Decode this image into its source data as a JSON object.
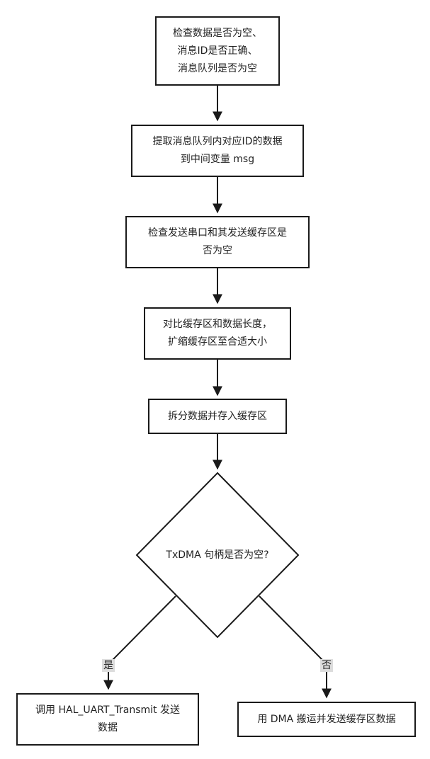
{
  "diagram": {
    "nodes": [
      {
        "id": "check-data",
        "label": "检查数据是否为空、\n消息ID是否正确、\n消息队列是否为空"
      },
      {
        "id": "extract-msg",
        "label": "提取消息队列内对应ID的数据\n到中间变量 msg"
      },
      {
        "id": "check-uart",
        "label": "检查发送串口和其发送缓存区是\n否为空"
      },
      {
        "id": "expand-buffer",
        "label": "对比缓存区和数据长度，\n扩缩缓存区至合适大小"
      },
      {
        "id": "split-data",
        "label": "拆分数据并存入缓存区"
      },
      {
        "id": "decision",
        "label": "TxDMA 句柄是否为空?"
      },
      {
        "id": "hal-transmit",
        "label": "调用 HAL_UART_Transmit 发送\n数据"
      },
      {
        "id": "dma-send",
        "label": "用 DMA 搬运并发送缓存区数据"
      }
    ],
    "edges": [
      {
        "from": "check-data",
        "to": "extract-msg",
        "label": ""
      },
      {
        "from": "extract-msg",
        "to": "check-uart",
        "label": ""
      },
      {
        "from": "check-uart",
        "to": "expand-buffer",
        "label": ""
      },
      {
        "from": "expand-buffer",
        "to": "split-data",
        "label": ""
      },
      {
        "from": "split-data",
        "to": "decision",
        "label": ""
      },
      {
        "from": "decision",
        "to": "hal-transmit",
        "label": "是"
      },
      {
        "from": "decision",
        "to": "dma-send",
        "label": "否"
      }
    ],
    "colors": {
      "stroke": "#1a1a1a",
      "text": "#222222",
      "label_bg": "#dcdcdc",
      "background": "#ffffff"
    }
  }
}
